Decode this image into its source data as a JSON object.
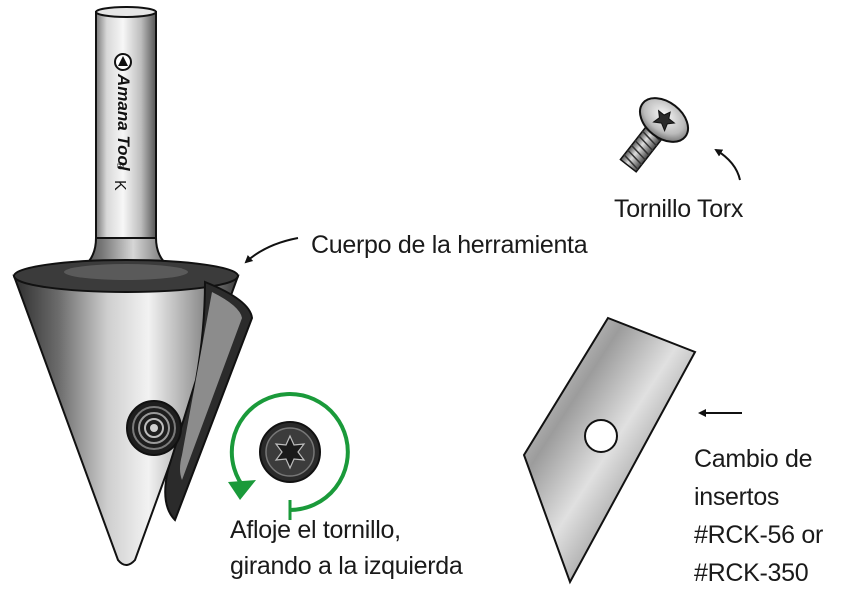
{
  "labels": {
    "tool_body": "Cuerpo de la herramienta",
    "torx_screw": "Tornillo Torx",
    "insert_change": [
      "Cambio de",
      "insertos",
      "#RCK-56 or",
      "#RCK-350"
    ],
    "loosen": [
      "Afloje el tornillo,",
      "girando a la izquierda"
    ]
  },
  "shank_brand": {
    "text": "Amana Tool",
    "registered": "®",
    "mark": "K"
  },
  "colors": {
    "rotation_arrow": "#1a9a3a",
    "line": "#111111",
    "metal_light": "#e8e8e8",
    "metal_dark": "#3a3a3a"
  }
}
